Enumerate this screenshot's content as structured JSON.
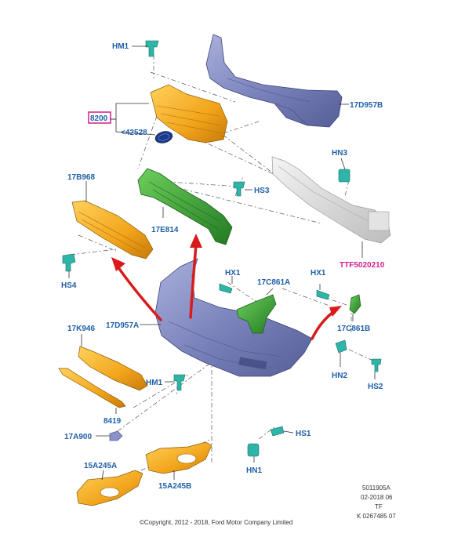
{
  "labels": {
    "hm1_top": "HM1",
    "p8200": "8200",
    "p42528": "<42528",
    "p17d957b": "17D957B",
    "p17b968": "17B968",
    "p17e814": "17E814",
    "hs3": "HS3",
    "hn3": "HN3",
    "ttf": "TTF5020210",
    "hs4": "HS4",
    "hx1_left": "HX1",
    "p17c861a": "17C861A",
    "hx1_right": "HX1",
    "p17k946": "17K946",
    "p17d957a": "17D957A",
    "p17c861b": "17C861B",
    "hn2": "HN2",
    "hs2": "HS2",
    "hm1_bottom": "HM1",
    "p8419": "8419",
    "p17a900": "17A900",
    "hs1": "HS1",
    "hn1": "HN1",
    "p15a245a": "15A245A",
    "p15a245b": "15A245B"
  },
  "footer": {
    "ref": "5011905A",
    "date": "02-2018 06",
    "code": "TF",
    "k": "K 0267485 07",
    "copyright": "©Copyright, 2012 - 2018, Ford Motor Company Limited"
  },
  "colors": {
    "label": "#1f5fa8",
    "highlight": "#d21f8a",
    "arrow": "#d81c1c",
    "bumper": "#7a82b8",
    "orange": "#f2a51c",
    "green": "#3aa23a",
    "teal": "#2fb5a8",
    "beam": "#cfcfcf"
  }
}
